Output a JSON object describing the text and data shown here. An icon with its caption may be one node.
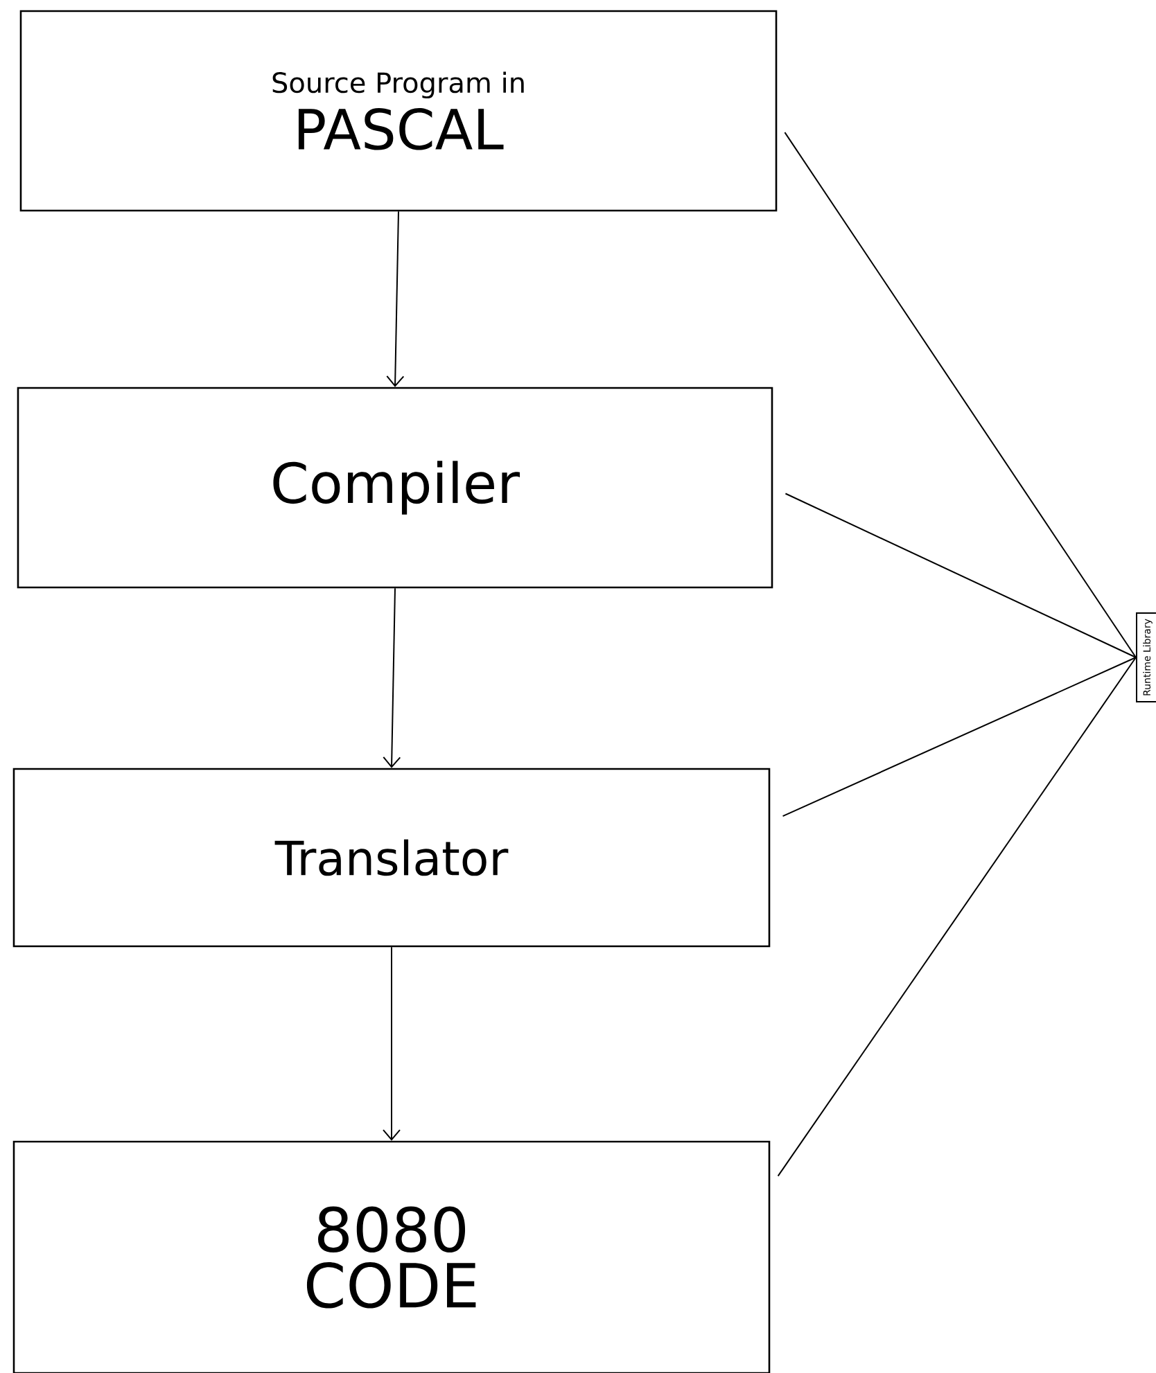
{
  "diagram": {
    "nodes": [
      {
        "text": [
          "Source Program in",
          "PASCAL"
        ]
      },
      {
        "text": [
          "Compiler"
        ]
      },
      {
        "text": [
          "Translator"
        ]
      },
      {
        "text": [
          "8080",
          "CODE"
        ]
      },
      {
        "text": [
          "Runtime Library"
        ]
      }
    ],
    "edges": [
      {
        "from": 0,
        "to": 1,
        "arrow": "to"
      },
      {
        "from": 1,
        "to": 2,
        "arrow": "to"
      },
      {
        "from": 2,
        "to": 3,
        "arrow": "to"
      },
      {
        "from": 0,
        "to": 4,
        "arrow": "none"
      },
      {
        "from": 1,
        "to": 4,
        "arrow": "none"
      },
      {
        "from": 2,
        "to": 4,
        "arrow": "none"
      },
      {
        "from": 3,
        "to": 4,
        "arrow": "none"
      }
    ]
  }
}
